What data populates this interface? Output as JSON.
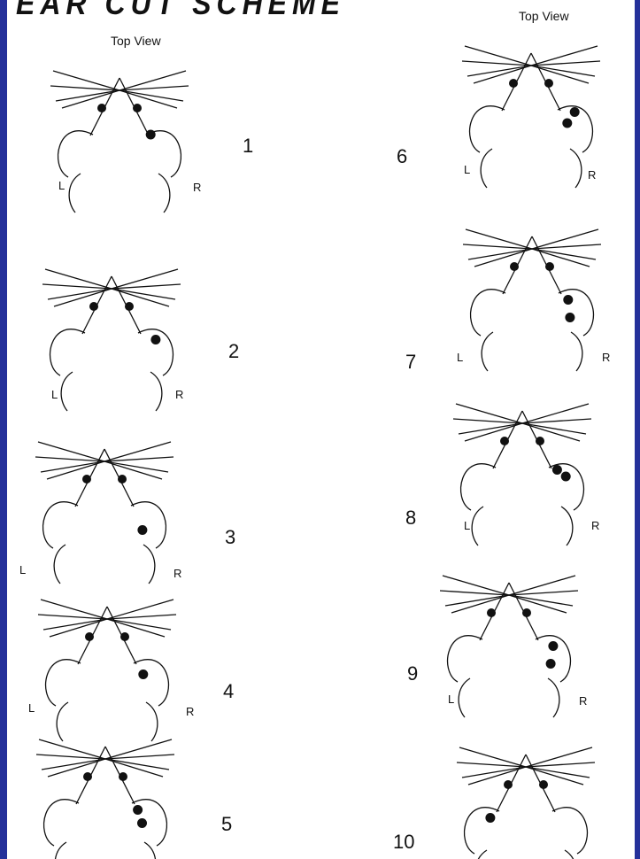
{
  "header": {
    "title": "EAR CUT SCHEME",
    "top_view_left": "Top View",
    "top_view_right": "Top View"
  },
  "side_labels": {
    "left": "L",
    "right": "R"
  },
  "schemes": [
    {
      "number": "1"
    },
    {
      "number": "2"
    },
    {
      "number": "3"
    },
    {
      "number": "4"
    },
    {
      "number": "5"
    },
    {
      "number": "6"
    },
    {
      "number": "7"
    },
    {
      "number": "8"
    },
    {
      "number": "9"
    },
    {
      "number": "10"
    }
  ],
  "colors": {
    "background": "#1f2c8f",
    "paper": "#ffffff",
    "ink": "#111111"
  }
}
